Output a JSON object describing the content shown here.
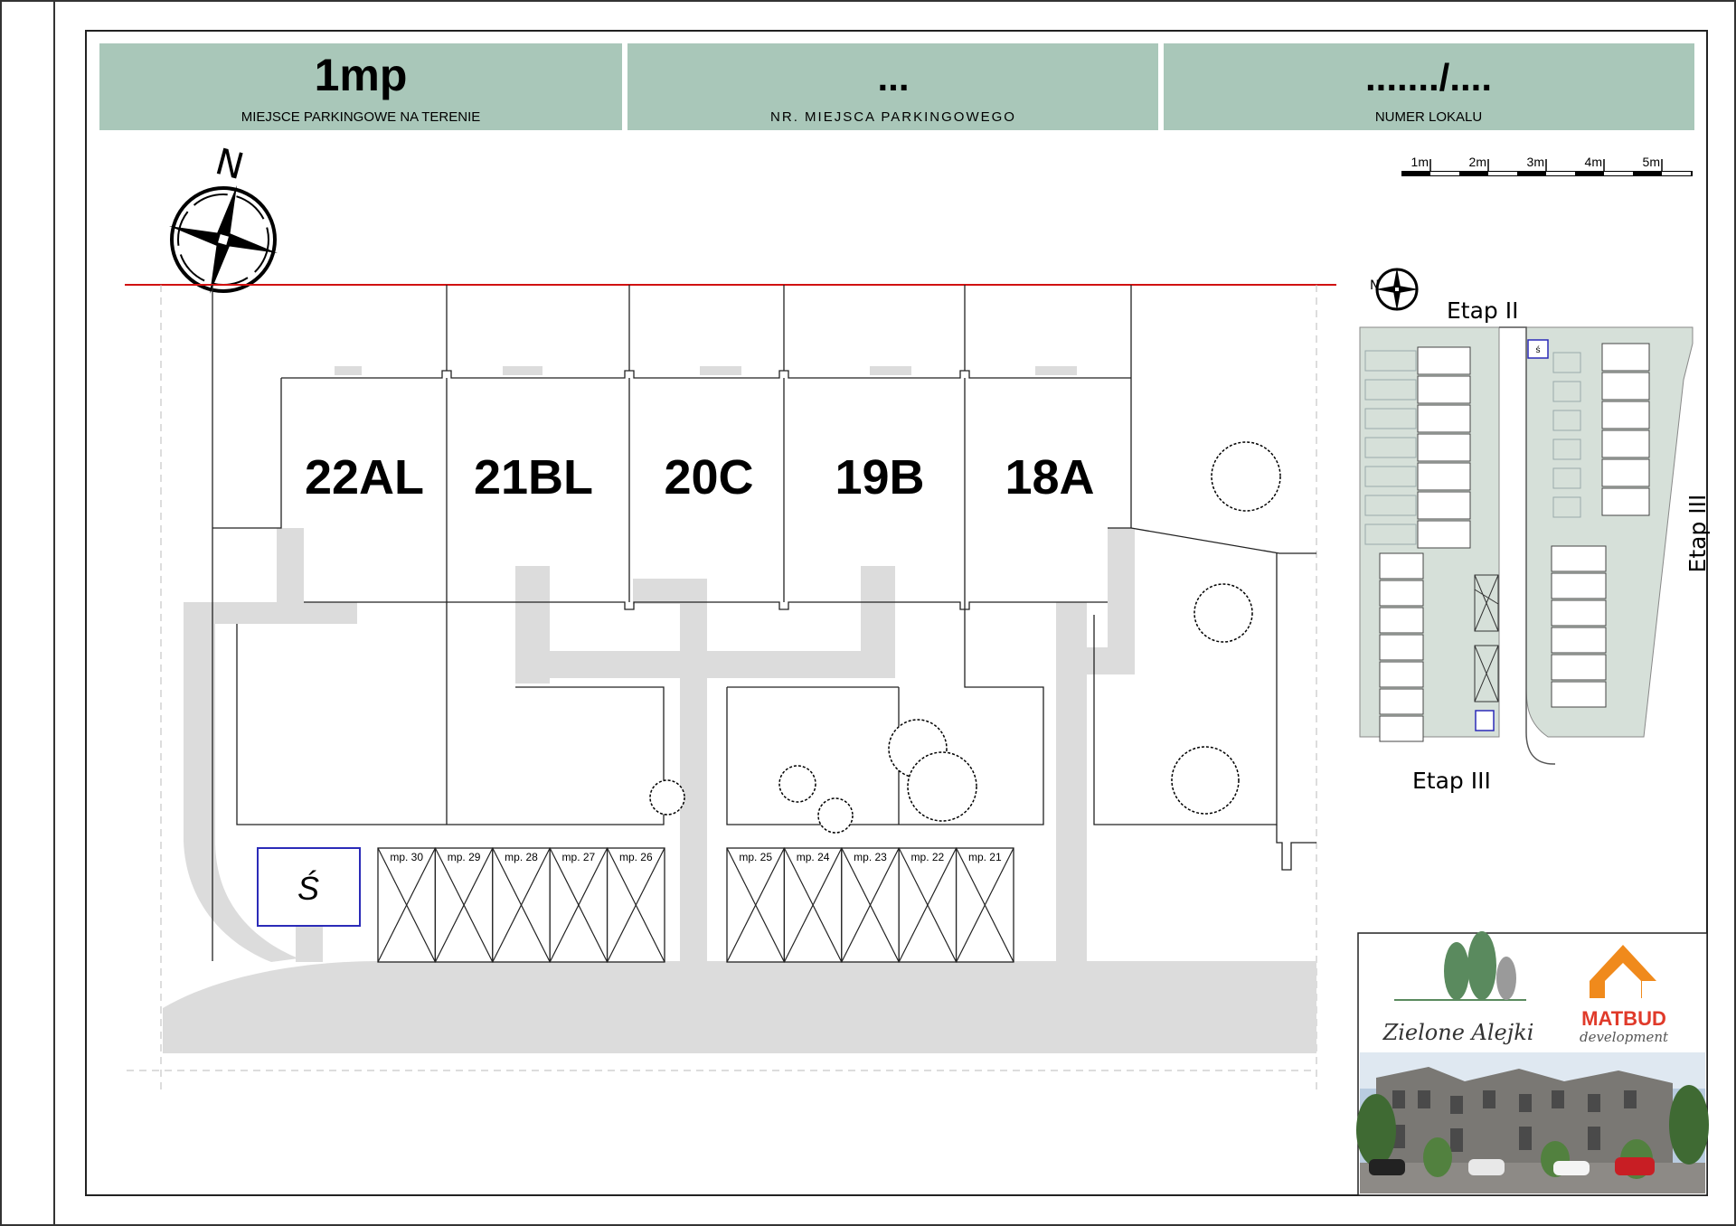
{
  "header": {
    "box1": {
      "value": "1mp",
      "caption": "MIEJSCE PARKINGOWE NA TERENIE"
    },
    "box2": {
      "value": "...",
      "caption": "NR. MIEJSCA PARKINGOWEGO"
    },
    "box3": {
      "value": "......./....",
      "caption": "NUMER LOKALU"
    }
  },
  "north_label": "N",
  "scale_labels": [
    "1m",
    "2m",
    "3m",
    "4m",
    "5m"
  ],
  "units": [
    "22AL",
    "21BL",
    "20C",
    "19B",
    "18A"
  ],
  "bin_label": "Ś",
  "parking_left": [
    "mp. 30",
    "mp. 29",
    "mp. 28",
    "mp. 27",
    "mp. 26"
  ],
  "parking_right": [
    "mp. 25",
    "mp. 24",
    "mp. 23",
    "mp. 22",
    "mp. 21"
  ],
  "minimap": {
    "etap_top": "Etap II",
    "etap_bottom": "Etap III",
    "etap_side": "Etap III",
    "bin_mark": "ś"
  },
  "logos": {
    "left": "Zielone Alejki",
    "right_top": "MATBUD",
    "right_bottom": "development"
  },
  "colors": {
    "header_bg": "#a9c7b9",
    "path": "#dcdcdc",
    "red_line": "#d11111",
    "bin_border": "#2b2bb8",
    "matbud_orange": "#f08a1c",
    "matbud_red": "#e03a2a",
    "leaf_green": "#5a8a5e"
  }
}
